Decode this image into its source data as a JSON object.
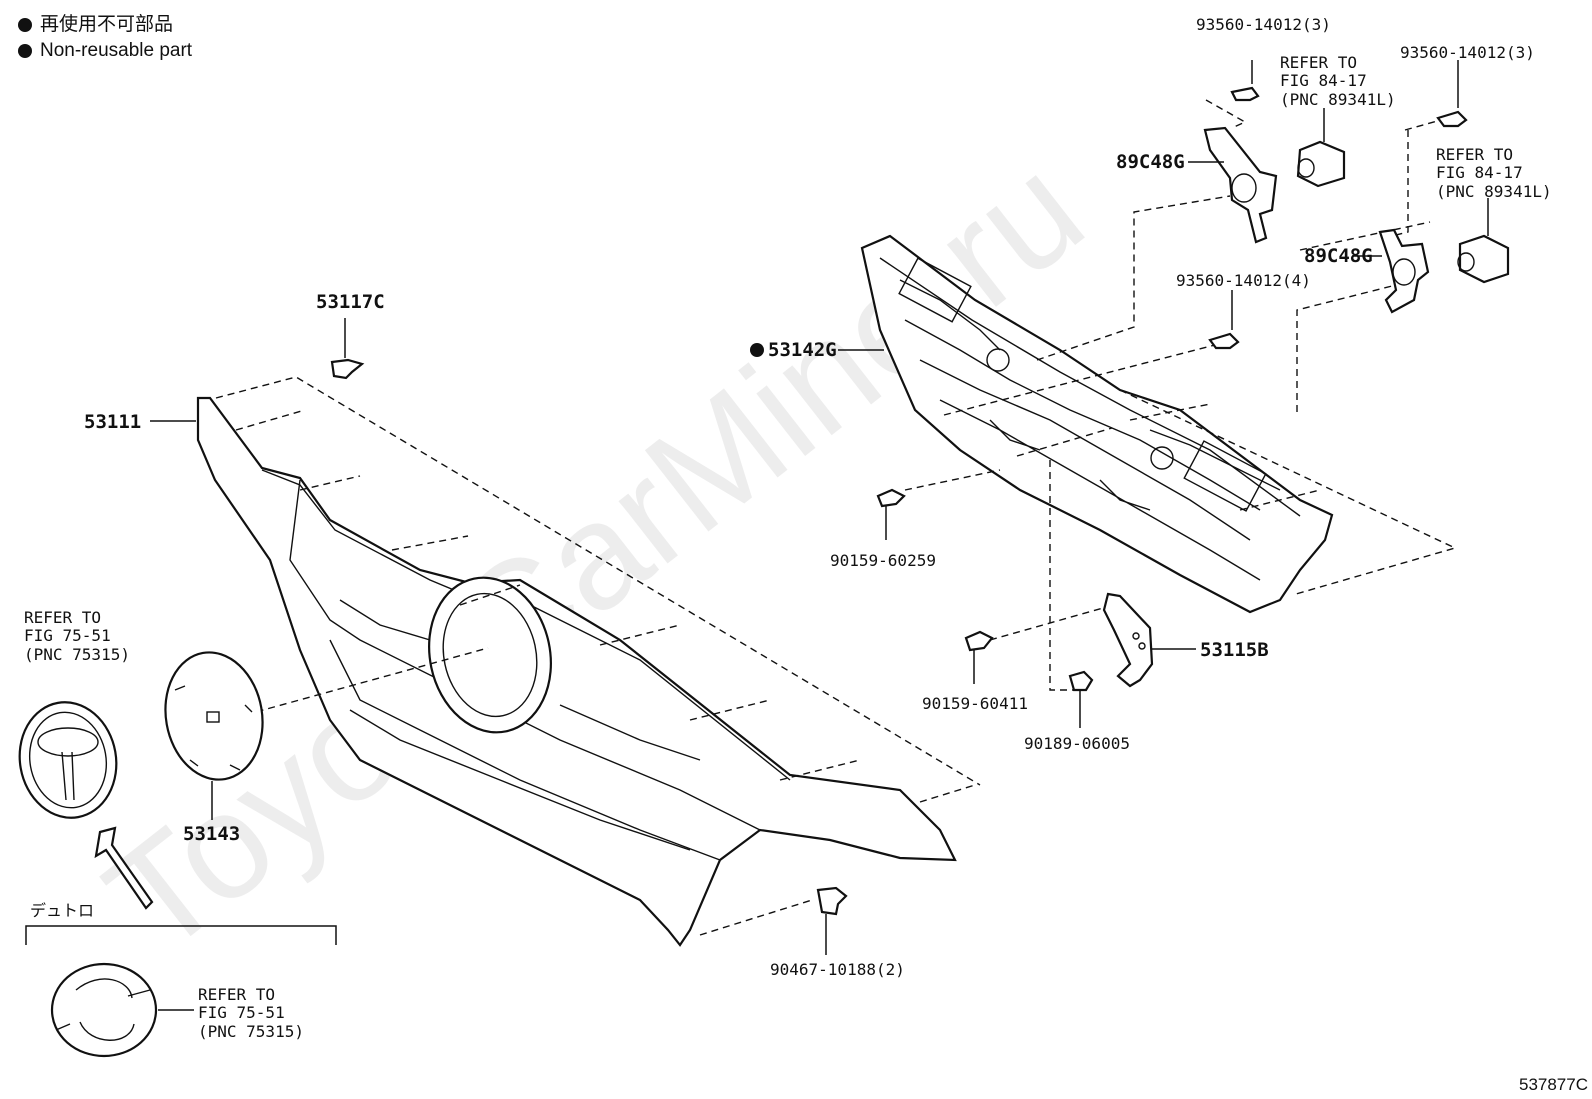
{
  "legend": {
    "line1": "再使用不可部品",
    "line2": "Non-reusable part"
  },
  "watermark": "ToyotaCarMine.ru",
  "labels": {
    "p53111": "53111",
    "p53117c": "53117C",
    "p53142g": "53142G",
    "p53143": "53143",
    "p53115b": "53115B",
    "p89c48g_a": "89C48G",
    "p89c48g_b": "89C48G",
    "bolt_top_a": "93560-14012(3)",
    "bolt_top_b": "93560-14012(3)",
    "bolt_mid": "93560-14012(4)",
    "screw_a": "90159-60259",
    "screw_b": "90159-60411",
    "nut": "90189-06005",
    "clip": "90467-10188(2)",
    "duplo": "デュトロ"
  },
  "notes": {
    "refer_sensor_a": [
      "REFER TO",
      "FIG 84-17",
      "(PNC 89341L)"
    ],
    "refer_sensor_b": [
      "REFER TO",
      "FIG 84-17",
      "(PNC 89341L)"
    ],
    "refer_emblem_a": [
      "REFER TO",
      "FIG 75-51",
      "(PNC 75315)"
    ],
    "refer_emblem_b": [
      "REFER TO",
      "FIG 75-51",
      "(PNC 75315)"
    ]
  },
  "diagram_code": "537877C"
}
